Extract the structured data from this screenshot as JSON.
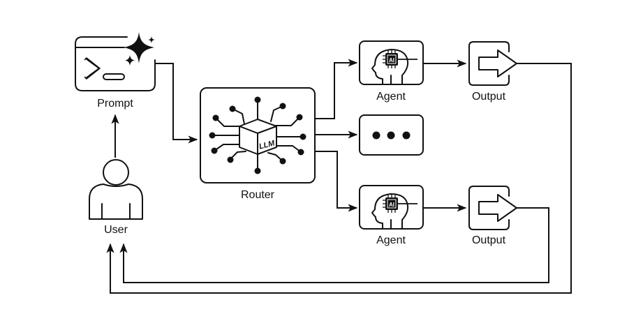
{
  "diagram": {
    "type": "flow",
    "nodes": {
      "prompt": {
        "label": "Prompt",
        "icon": "terminal-sparkle-icon"
      },
      "user": {
        "label": "User",
        "icon": "user-icon"
      },
      "router": {
        "label": "Router",
        "icon": "llm-cube-network-icon",
        "icon_text": "LLM"
      },
      "agent_top": {
        "label": "Agent",
        "icon": "ai-head-icon",
        "icon_text": "AI"
      },
      "more": {
        "label": "",
        "icon": "ellipsis-icon"
      },
      "agent_bottom": {
        "label": "Agent",
        "icon": "ai-head-icon",
        "icon_text": "AI"
      },
      "output_top": {
        "label": "Output",
        "icon": "arrow-right-icon"
      },
      "output_bottom": {
        "label": "Output",
        "icon": "arrow-right-icon"
      }
    },
    "edges": [
      {
        "from": "User",
        "to": "Prompt"
      },
      {
        "from": "Prompt",
        "to": "Router"
      },
      {
        "from": "Router",
        "to": "Agent (top)"
      },
      {
        "from": "Router",
        "to": "..."
      },
      {
        "from": "Router",
        "to": "Agent (bottom)"
      },
      {
        "from": "Agent (top)",
        "to": "Output (top)"
      },
      {
        "from": "Agent (bottom)",
        "to": "Output (bottom)"
      },
      {
        "from": "Output (top)",
        "to": "User"
      },
      {
        "from": "Output (bottom)",
        "to": "User"
      }
    ]
  }
}
